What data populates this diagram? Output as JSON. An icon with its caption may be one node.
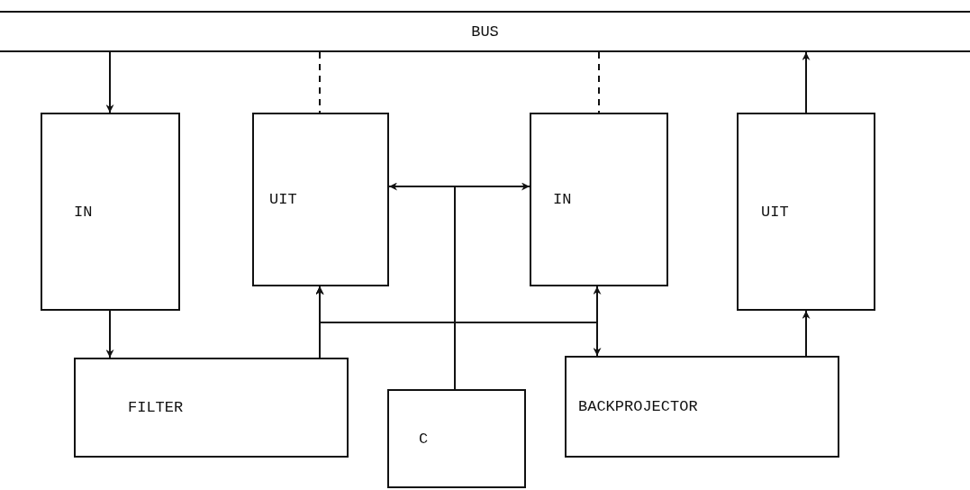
{
  "diagram": {
    "nodes": [
      {
        "text": [
          "BUS"
        ]
      },
      {
        "text": [
          "IN"
        ]
      },
      {
        "text": [
          "UIT"
        ]
      },
      {
        "text": [
          "IN"
        ]
      },
      {
        "text": [
          "UIT"
        ]
      },
      {
        "text": [
          "FILTER"
        ]
      },
      {
        "text": [
          "C"
        ]
      },
      {
        "text": [
          "BACKPROJECTOR"
        ]
      }
    ],
    "edges": [
      {
        "from": 0,
        "to": 1,
        "arrow": "to"
      },
      {
        "from": 0,
        "to": 2,
        "arrow": "none",
        "style": "dashed"
      },
      {
        "from": 0,
        "to": 3,
        "arrow": "none",
        "style": "dashed"
      },
      {
        "from": 4,
        "to": 0,
        "arrow": "to"
      },
      {
        "from": 1,
        "to": 5,
        "arrow": "to"
      },
      {
        "from": 5,
        "to": 2,
        "arrow": "to"
      },
      {
        "from": 2,
        "to": 3,
        "arrow": "both"
      },
      {
        "from": 2,
        "to": 7,
        "arrow": "both"
      },
      {
        "from": 6,
        "to": 2,
        "arrow": "to"
      },
      {
        "from": 6,
        "to": 3,
        "arrow": "to"
      },
      {
        "from": 7,
        "to": 4,
        "arrow": "to"
      }
    ]
  }
}
